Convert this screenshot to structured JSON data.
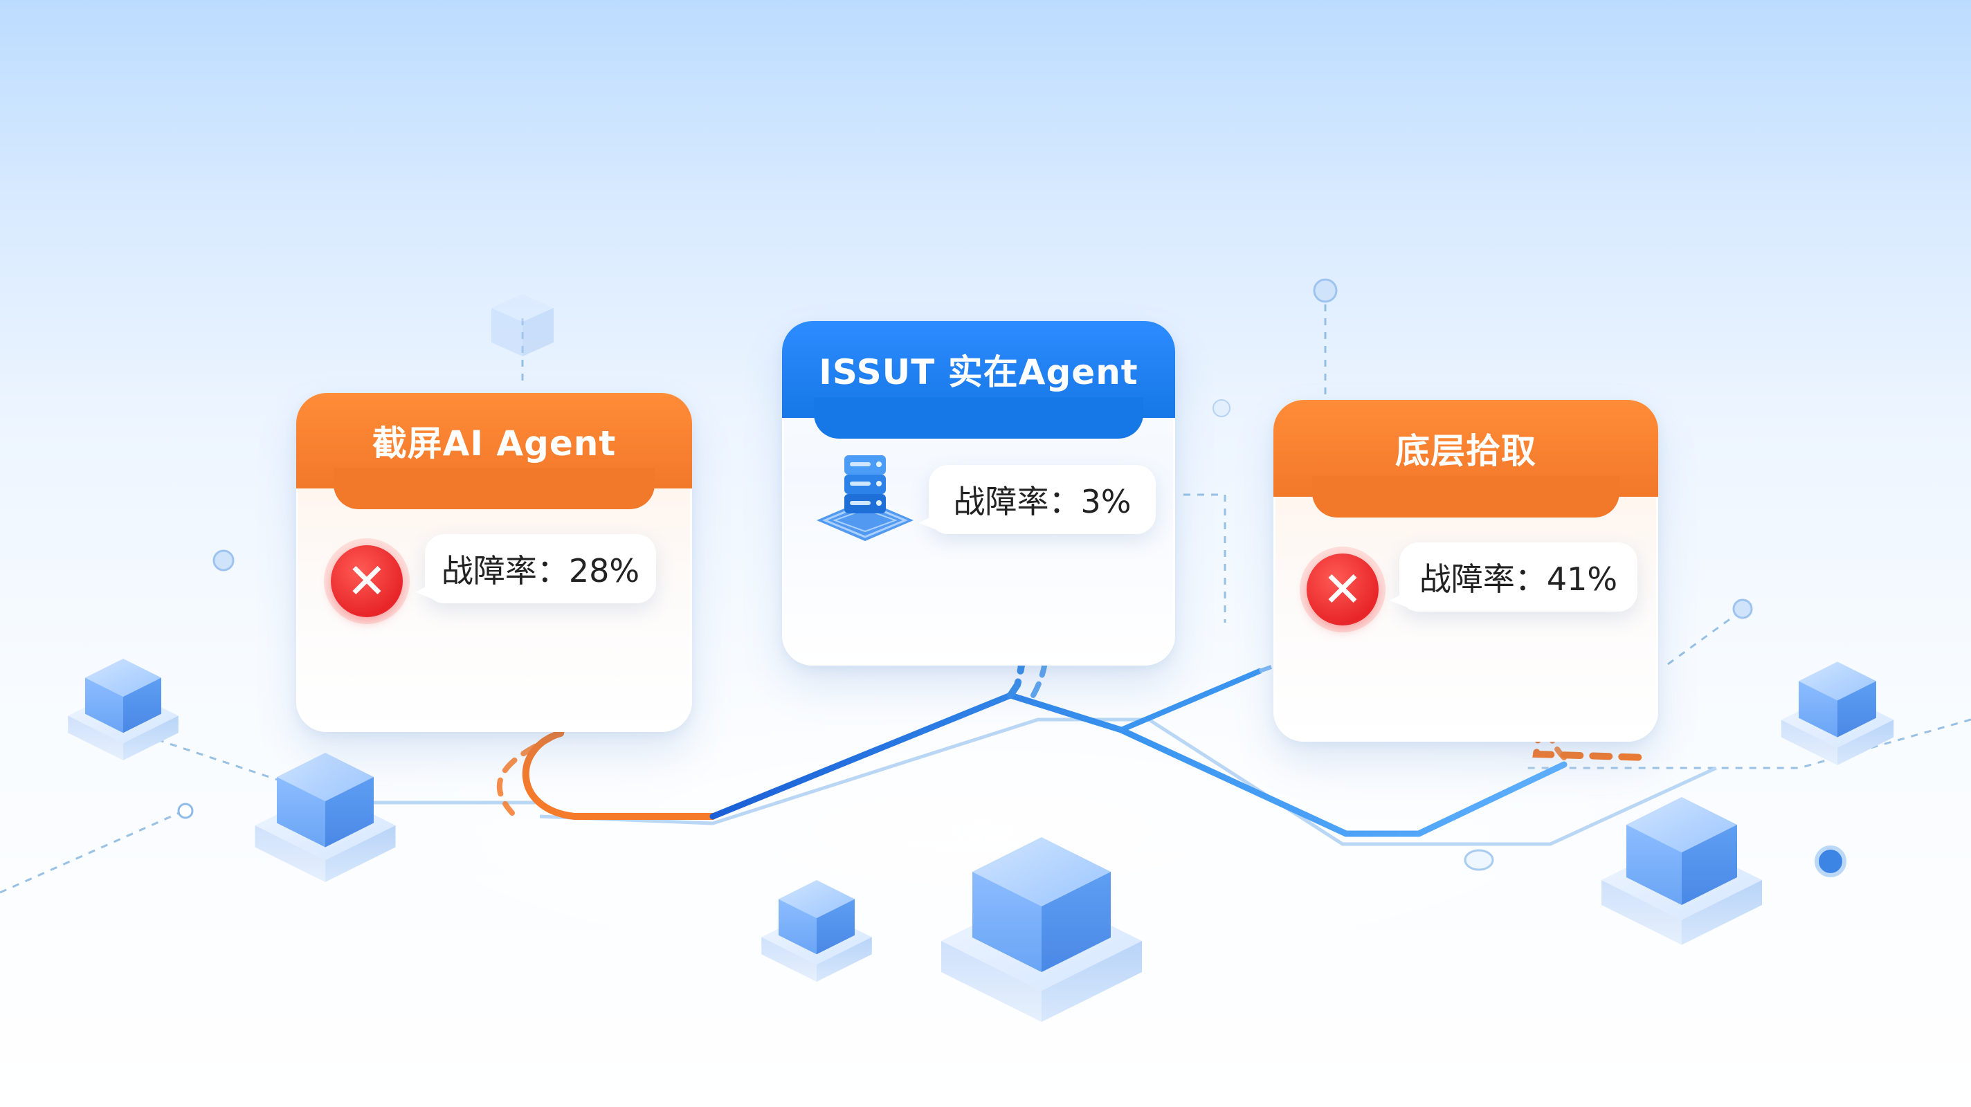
{
  "cards": [
    {
      "title": "截屏AI Agent",
      "rate": "战障率：28%",
      "header_color": "#f2782a",
      "status_icon": "error-x-icon"
    },
    {
      "title": "ISSUT 实在Agent",
      "rate": "战障率：3%",
      "header_color": "#1677e6",
      "status_icon": "server-stack-icon"
    },
    {
      "title": "底层拾取",
      "rate": "战障率：41%",
      "header_color": "#f2782a",
      "status_icon": "error-x-icon"
    }
  ],
  "colors": {
    "orange": "#f2782a",
    "blue": "#1677e6",
    "error_red": "#e8262a",
    "path_blue": "#3a8ee8"
  }
}
